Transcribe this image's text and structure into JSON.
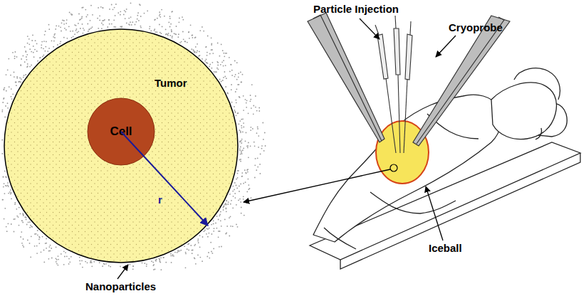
{
  "diagram": {
    "nodes": [
      {
        "text": [
          "Tumor"
        ]
      },
      {
        "text": [
          "Cell"
        ],
        "in": 0
      }
    ],
    "labels": [
      "Particle Injection",
      "Cryoprobe",
      "r",
      "Nanoparticles",
      "Iceball"
    ]
  }
}
